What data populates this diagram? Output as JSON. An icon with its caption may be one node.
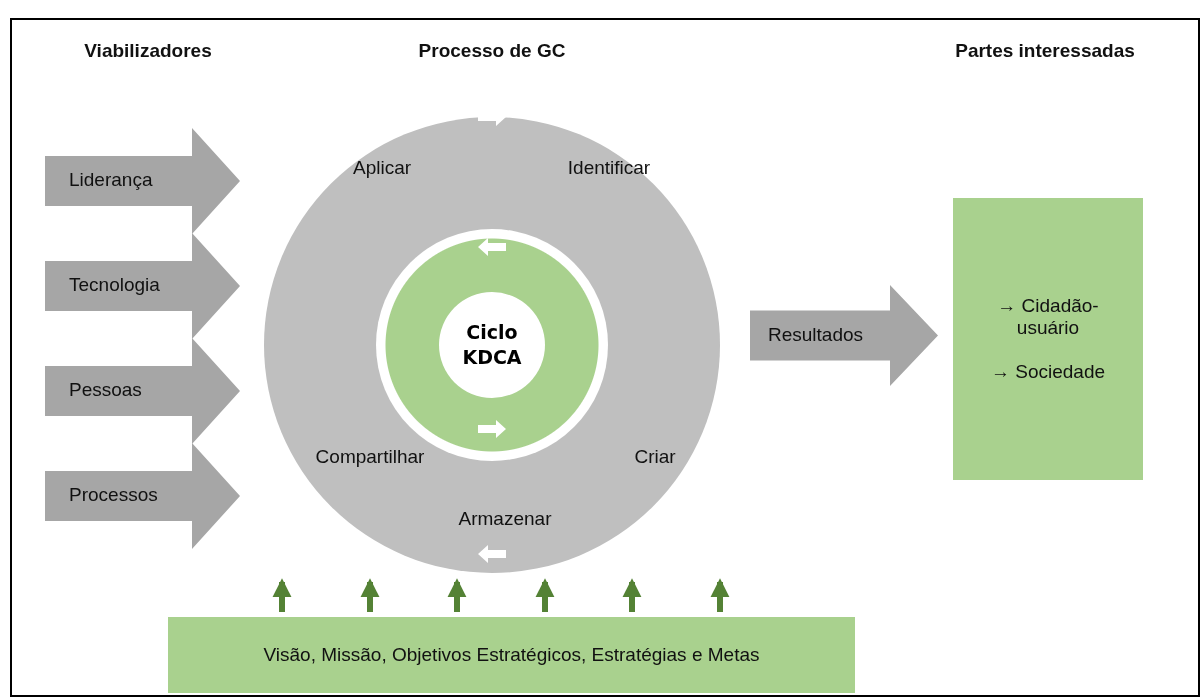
{
  "diagram": {
    "nodes": [
      {
        "text": [
          "Liderança"
        ]
      },
      {
        "text": [
          "Tecnologia"
        ]
      },
      {
        "text": [
          "Pessoas"
        ]
      },
      {
        "text": [
          "Processos"
        ]
      },
      {
        "text": [
          "Aplicar",
          "Identificar",
          "Compartilhar",
          "Criar",
          "Armazenar"
        ]
      },
      {
        "text": [],
        "shape": "circle",
        "in": 4
      },
      {
        "text": [
          "Ciclo KDCA"
        ],
        "in": 5
      },
      {
        "text": [
          "Resultados"
        ]
      },
      {
        "text": [
          "→ Cidadão-usuário",
          "→ Sociedade"
        ]
      },
      {
        "text": [
          "Visão, Missão, Objetivos Estratégicos, Estratégias e Metas"
        ]
      }
    ],
    "edges": [
      {
        "from": 9,
        "to": 4,
        "arrow": "to"
      },
      {
        "from": 9,
        "to": 4,
        "arrow": "to"
      },
      {
        "from": 9,
        "to": 4,
        "arrow": "to"
      },
      {
        "from": 9,
        "to": 4,
        "arrow": "to"
      },
      {
        "from": 9,
        "to": 4,
        "arrow": "to"
      },
      {
        "from": 9,
        "to": 4,
        "arrow": "to"
      }
    ],
    "labels": [
      "Viabilizadores",
      "Processo de GC",
      "Partes interessadas"
    ]
  }
}
